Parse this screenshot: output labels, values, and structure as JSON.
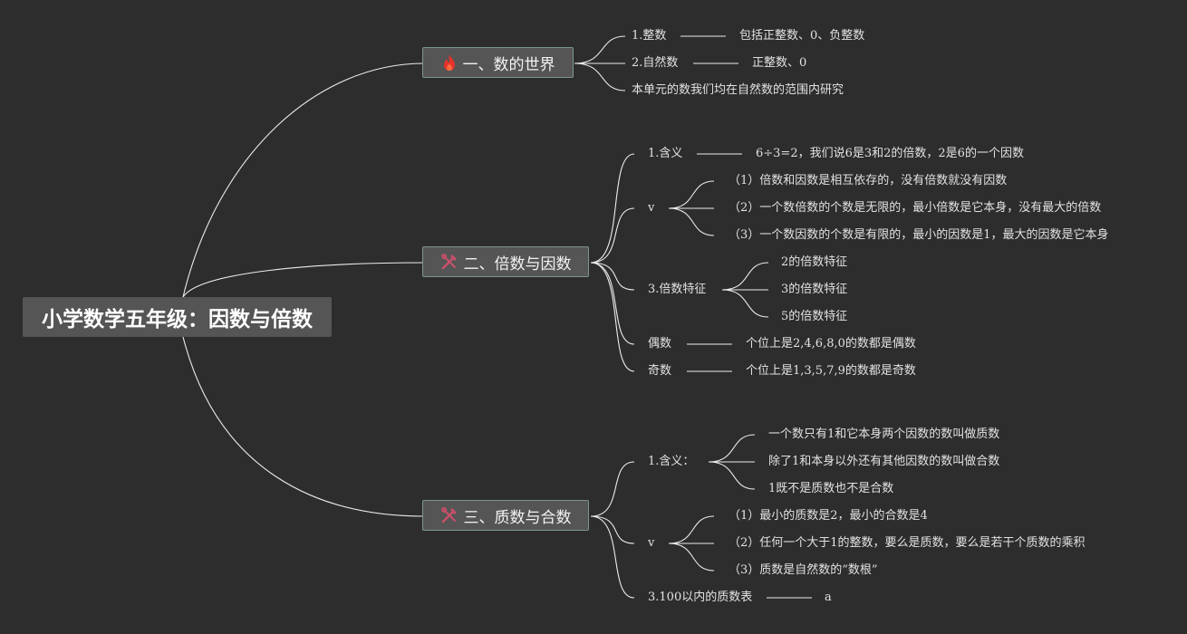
{
  "root": {
    "title": "小学数学五年级：因数与倍数"
  },
  "branches": [
    {
      "icon": "fire-icon",
      "title": "一、数的世界",
      "children": [
        {
          "label": "1.整数",
          "note": "包括正整数、0、负整数"
        },
        {
          "label": "2.自然数",
          "note": "正整数、0"
        },
        {
          "label": "本单元的数我们均在自然数的范围内研究"
        }
      ]
    },
    {
      "icon": "tools-icon",
      "title": "二、倍数与因数",
      "children": [
        {
          "label": "1.含义",
          "note": "6÷3=2，我们说6是3和2的倍数，2是6的一个因数"
        },
        {
          "label": "v",
          "items": [
            "（1）倍数和因数是相互依存的，没有倍数就没有因数",
            "（2）一个数倍数的个数是无限的，最小倍数是它本身，没有最大的倍数",
            "（3）一个数因数的个数是有限的，最小的因数是1，最大的因数是它本身"
          ]
        },
        {
          "label": "3.倍数特征",
          "items": [
            "2的倍数特征",
            "3的倍数特征",
            "5的倍数特征"
          ]
        },
        {
          "label": "偶数",
          "note": "个位上是2,4,6,8,0的数都是偶数"
        },
        {
          "label": "奇数",
          "note": "个位上是1,3,5,7,9的数都是奇数"
        }
      ]
    },
    {
      "icon": "tools-icon",
      "title": "三、质数与合数",
      "children": [
        {
          "label": "1.含义：",
          "items": [
            "一个数只有1和它本身两个因数的数叫做质数",
            "除了1和本身以外还有其他因数的数叫做合数",
            "1既不是质数也不是合数"
          ]
        },
        {
          "label": "v",
          "items": [
            "（1）最小的质数是2，最小的合数是4",
            "（2）任何一个大于1的整数，要么是质数，要么是若干个质数的乘积",
            "（3）质数是自然数的“数根”"
          ]
        },
        {
          "label": "3.100以内的质数表",
          "note": "a"
        }
      ]
    }
  ],
  "colors": {
    "background": "#2d2d2d",
    "node_fill": "#555555",
    "node_border": "#7a9688",
    "connector": "#ececec",
    "fire": "#e8322b",
    "tools": "#c8506a"
  }
}
